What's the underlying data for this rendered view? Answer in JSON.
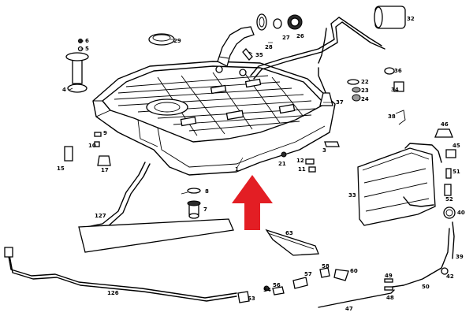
{
  "colors": {
    "arrow": "#e31e24",
    "line": "#000000",
    "background": "#ffffff"
  },
  "callouts": {
    "c1": "1",
    "c3": "3",
    "c4": "4",
    "c5": "5",
    "c6": "6",
    "c7": "7",
    "c8": "8",
    "c9": "9",
    "c10": "10",
    "c11": "11",
    "c12": "12",
    "c15": "15",
    "c17": "17",
    "c21": "21",
    "c22": "22",
    "c23": "23",
    "c24": "24",
    "c26": "26",
    "c27": "27",
    "c28": "28",
    "c29": "29",
    "c32": "32",
    "c33": "33",
    "c34": "34",
    "c35": "35",
    "c36": "36",
    "c37": "37",
    "c38": "38",
    "c39": "39",
    "c40": "40",
    "c42": "42",
    "c45": "45",
    "c46": "46",
    "c47": "47",
    "c48": "48",
    "c49": "49",
    "c50": "50",
    "c51": "51",
    "c52": "52",
    "c53": "53",
    "c54": "54",
    "c56": "56",
    "c57": "57",
    "c58": "58",
    "c60": "60",
    "c63": "63",
    "c126": "126",
    "c127": "127"
  }
}
